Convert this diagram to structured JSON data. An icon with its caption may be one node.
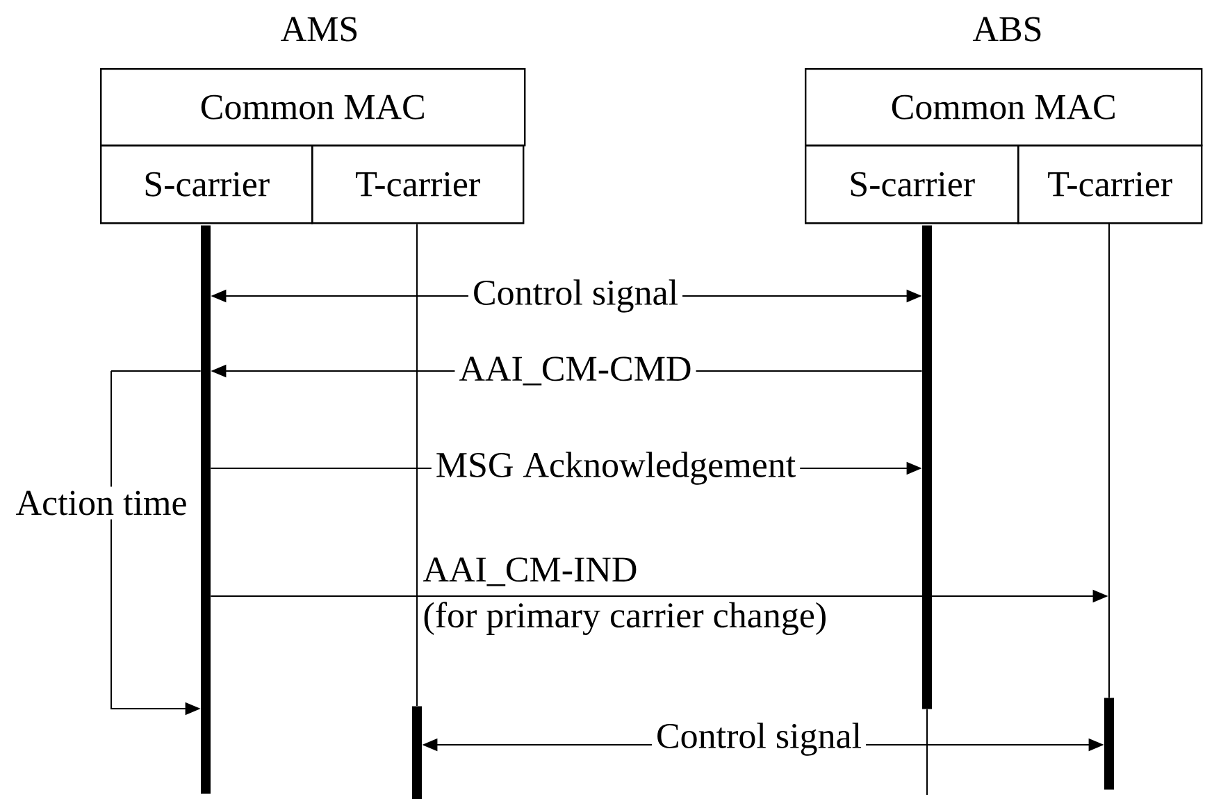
{
  "diagram": {
    "nodes": [
      {
        "text": [
          "Common MAC"
        ]
      },
      {
        "text": [
          "S-carrier"
        ]
      },
      {
        "text": [
          "T-carrier"
        ]
      },
      {
        "text": [
          "Common MAC"
        ]
      },
      {
        "text": [
          "S-carrier"
        ]
      },
      {
        "text": [
          "T-carrier"
        ]
      },
      {
        "text": [],
        "shape": "bar"
      },
      {
        "text": [],
        "shape": "bar"
      },
      {
        "text": [],
        "shape": "bar"
      },
      {
        "text": [],
        "shape": "bar"
      },
      {
        "text": [],
        "shape": "line"
      }
    ],
    "edges": [
      {
        "from": 6,
        "to": 7,
        "arrow": "both",
        "label": "Control signal"
      },
      {
        "from": 7,
        "to": 6,
        "arrow": "to",
        "label": "AAI_CM-CMD"
      },
      {
        "from": 6,
        "to": 7,
        "arrow": "to",
        "label": "MSG Acknowledgement"
      },
      {
        "from": 6,
        "to": 10,
        "arrow": "to",
        "label": "AAI_CM-IND (for primary carrier change)"
      },
      {
        "from": 8,
        "to": 9,
        "arrow": "both",
        "label": "Control signal"
      },
      {
        "from": null,
        "to": 6,
        "arrow": "to",
        "label": "Action time"
      },
      {
        "from": 2,
        "to": 8,
        "arrow": "none"
      }
    ],
    "labels": [
      "AMS",
      "ABS"
    ]
  }
}
